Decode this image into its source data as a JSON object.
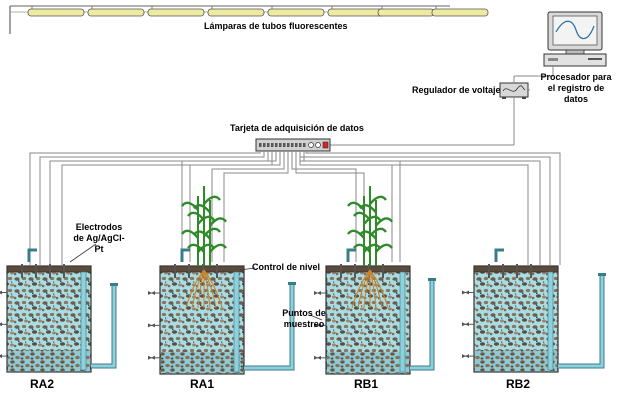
{
  "labels": {
    "lamps": "Lámparas de tubos fluorescentes",
    "processor": "Procesador para el registro de datos",
    "regulator": "Regulador de voltaje",
    "daq_card": "Tarjeta de adquisición de datos",
    "electrodes": "Electrodos de Ag/AgCl-Pt",
    "level_control": "Control de nivel",
    "sampling_points": "Puntos de muestreo"
  },
  "reactors": [
    {
      "label": "RA2",
      "has_plant": false
    },
    {
      "label": "RA1",
      "has_plant": true
    },
    {
      "label": "RB1",
      "has_plant": true
    },
    {
      "label": "RB2",
      "has_plant": false
    }
  ],
  "colors": {
    "lamp_fill": "#eeeaa2",
    "water": "#a9dde4",
    "pipe": "#8ed0dc",
    "gravel": "#7a6550",
    "wire": "#7a7a7a",
    "plant": "#2f8a2a",
    "root": "#c9842e"
  }
}
